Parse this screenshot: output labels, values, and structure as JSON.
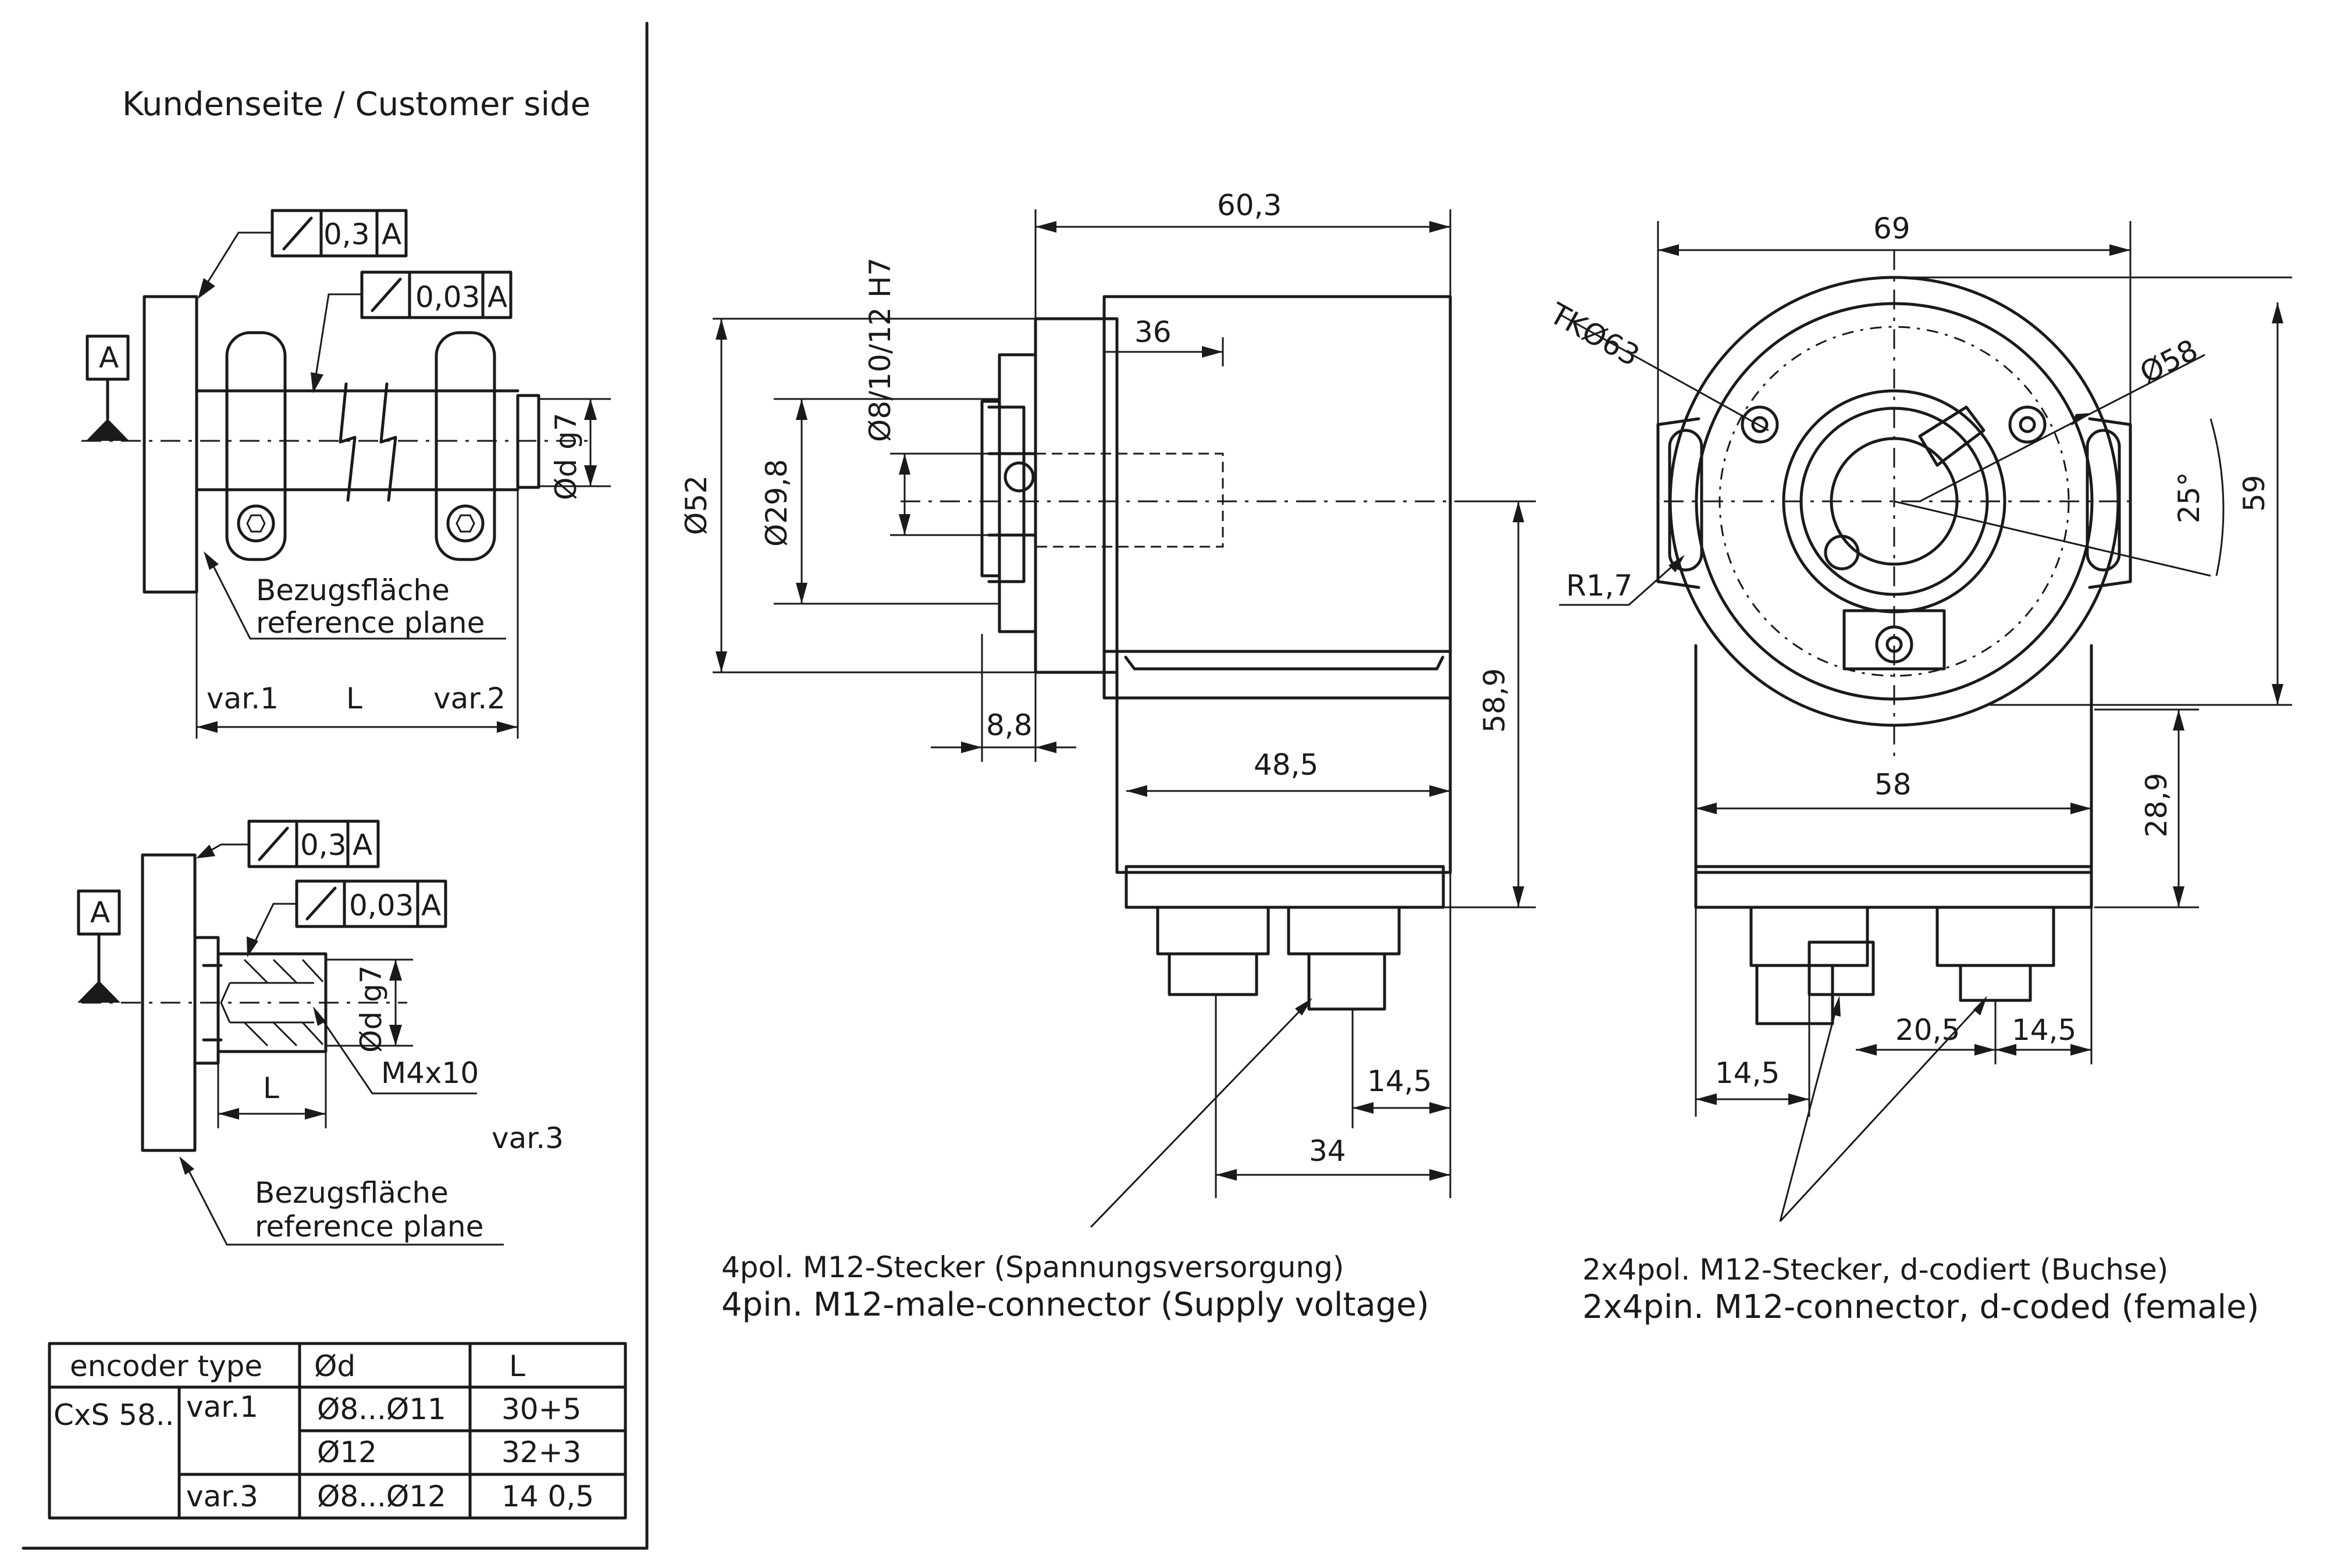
{
  "customer_side_title": "Kundenseite / Customer side",
  "datum_label": "A",
  "tolerances": {
    "runout_large": "0,3",
    "runout_small": "0,03",
    "datum_ref": "A"
  },
  "shaft_dimension": "Ød g7",
  "reference_plane": {
    "de": "Bezugsfläche",
    "en": "reference plane"
  },
  "variants": {
    "var1": "var.1",
    "var2": "var.2",
    "var3": "var.3",
    "length": "L"
  },
  "thread": "M4x10",
  "side_view": {
    "total_length": "60,3",
    "body_length": "36",
    "bore": "Ø8/10/12 H7",
    "flange_dia": "Ø52",
    "hub_dia": "Ø29,8",
    "flange_offset": "8,8",
    "housing_width": "48,5",
    "height": "58,9",
    "connector_offset": "14,5",
    "connector_span": "34"
  },
  "front_view": {
    "width": "69",
    "bolt_circle": "TKØ63",
    "housing_dia": "Ø58",
    "angle": "25°",
    "radius": "R1,7",
    "height": "59",
    "base_width": "58",
    "base_height": "28,9",
    "conn_left": "14,5",
    "conn_pitch": "20,5",
    "conn_right": "14,5"
  },
  "supply_connector": {
    "de": "4pol. M12-Stecker (Spannungsversorgung)",
    "en": "4pin. M12-male-connector (Supply voltage)"
  },
  "data_connector": {
    "de": "2x4pol. M12-Stecker, d-codiert (Buchse)",
    "en": "2x4pin. M12-connector, d-coded (female)"
  },
  "table": {
    "headers": [
      "encoder type",
      "Ød",
      "L"
    ],
    "type": "CxS 58..",
    "rows": [
      {
        "variant": "var.1",
        "d": "Ø8...Ø11",
        "L": "30+5"
      },
      {
        "variant": "",
        "d": "Ø12",
        "L": "32+3"
      },
      {
        "variant": "var.3",
        "d": "Ø8...Ø12",
        "L": "14  0,5"
      }
    ]
  }
}
